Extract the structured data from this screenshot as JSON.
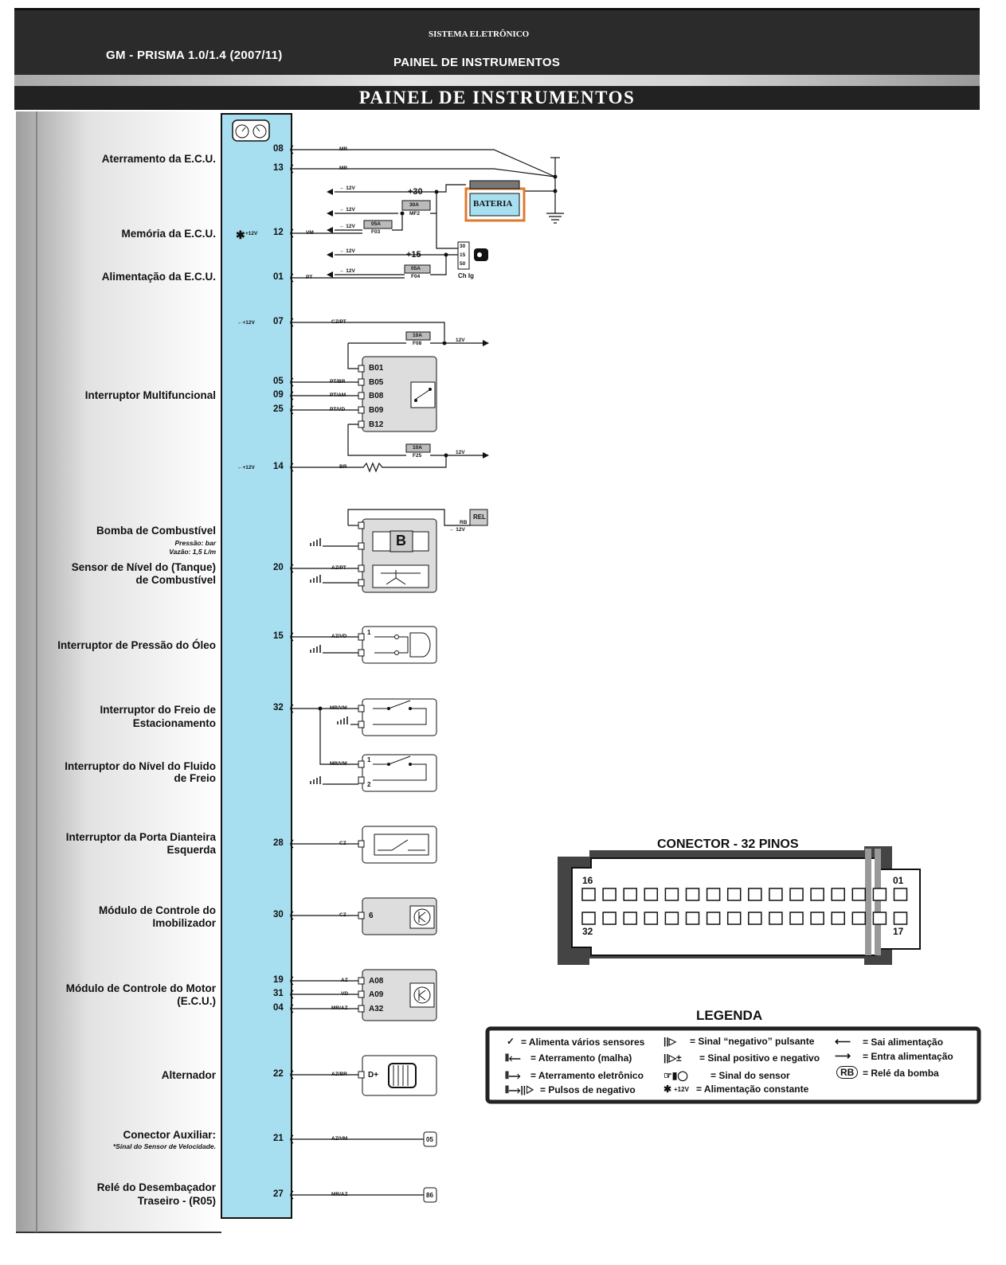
{
  "header": {
    "model": "GM - PRISMA 1.0/1.4 (2007/11)",
    "system": "SISTEMA ELETRÔNICO",
    "panel": "PAINEL DE INSTRUMENTOS",
    "title": "PAINEL DE INSTRUMENTOS"
  },
  "labels": {
    "aterramento": "Aterramento da E.C.U.",
    "memoria": "Memória da E.C.U.",
    "alimentacao": "Alimentação da E.C.U.",
    "multifuncional": "Interruptor Multifuncional",
    "bomba": "Bomba de Combustível",
    "pressao": "Pressão: bar",
    "vazao": "Vazão: 1,5 L/m",
    "sensor_nivel_1": "Sensor de Nível do (Tanque)",
    "sensor_nivel_2": "de Combustível",
    "oleo": "Interruptor de Pressão do Óleo",
    "freio_est_1": "Interruptor do Freio de",
    "freio_est_2": "Estacionamento",
    "fluido_1": "Interruptor do Nível do Fluido",
    "fluido_2": "de Freio",
    "porta_1": "Interruptor da Porta Dianteira",
    "porta_2": "Esquerda",
    "imob_1": "Módulo de Controle do",
    "imob_2": "Imobilizador",
    "motor_1": "Módulo de Controle do Motor",
    "motor_2": "(E.C.U.)",
    "alternador": "Alternador",
    "aux_1": "Conector Auxiliar:",
    "aux_2": "*Sinal do Sensor de Velocidade.",
    "rele_1": "Relé do Desembaçador",
    "rele_2": "Traseiro - (R05)"
  },
  "pins": {
    "p08": "08",
    "p13": "13",
    "p12": "12",
    "p01": "01",
    "p07": "07",
    "p05": "05",
    "p09": "09",
    "p25": "25",
    "p14": "14",
    "p20": "20",
    "p15": "15",
    "p32": "32",
    "p28": "28",
    "p30": "30",
    "p19": "19",
    "p31": "31",
    "p04": "04",
    "p22": "22",
    "p21": "21",
    "p27": "27"
  },
  "wires": {
    "mr": "MR",
    "vm": "VM",
    "pt": "PT",
    "czpt": "CZ/PT",
    "ptbr": "PT/BR",
    "ptam": "PT/AM",
    "ptvd": "PT/VD",
    "br": "BR",
    "azpt": "AZ/PT",
    "azvd": "AZ/VD",
    "mrvm": "MR/VM",
    "cz": "CZ",
    "az": "AZ",
    "vd": "VD",
    "mraz": "MR/AZ",
    "azbr": "AZ/BR",
    "azvm": "AZ/VM"
  },
  "tags": {
    "v12": "12V",
    "sai12": "← 12V",
    "saiplus12": "←+12V",
    "star12": "+12V",
    "plus30": "+30",
    "plus15": "+15",
    "f30a": "30A",
    "mf2": "MF2",
    "f05a": "05A",
    "f03": "F03",
    "f04": "F04",
    "f10a": "10A",
    "f08": "F08",
    "f25": "F25",
    "bateria": "BATERIA",
    "chig": "Ch Ig",
    "c30": "30",
    "c15": "15",
    "c50": "50",
    "rel": "REL",
    "rb": "RB",
    "b01": "B01",
    "b05": "B05",
    "b08": "B08",
    "b09": "B09",
    "b12": "B12",
    "bomba_b": "B",
    "one": "1",
    "two": "2",
    "six": "6",
    "a08": "A08",
    "a09": "A09",
    "a32": "A32",
    "dplus": "D+",
    "c05": "05",
    "c86": "86"
  },
  "connector": {
    "title": "CONECTOR - 32 PINOS",
    "n16": "16",
    "n01": "01",
    "n32": "32",
    "n17": "17"
  },
  "legend": {
    "title": "LEGENDA",
    "l1": "= Alimenta vários sensores",
    "l2": "= Aterramento (malha)",
    "l3": "= Aterramento eletrônico",
    "l4": "= Pulsos de negativo",
    "m1": "= Sinal “negativo” pulsante",
    "m2": "= Sinal positivo e negativo",
    "m3": "= Sinal do sensor",
    "m4": "= Alimentação constante",
    "r1": "= Sai alimentação",
    "r2": "= Entra alimentação",
    "r3": "= Relé da bomba",
    "rb": "RB",
    "star": "+12V"
  }
}
